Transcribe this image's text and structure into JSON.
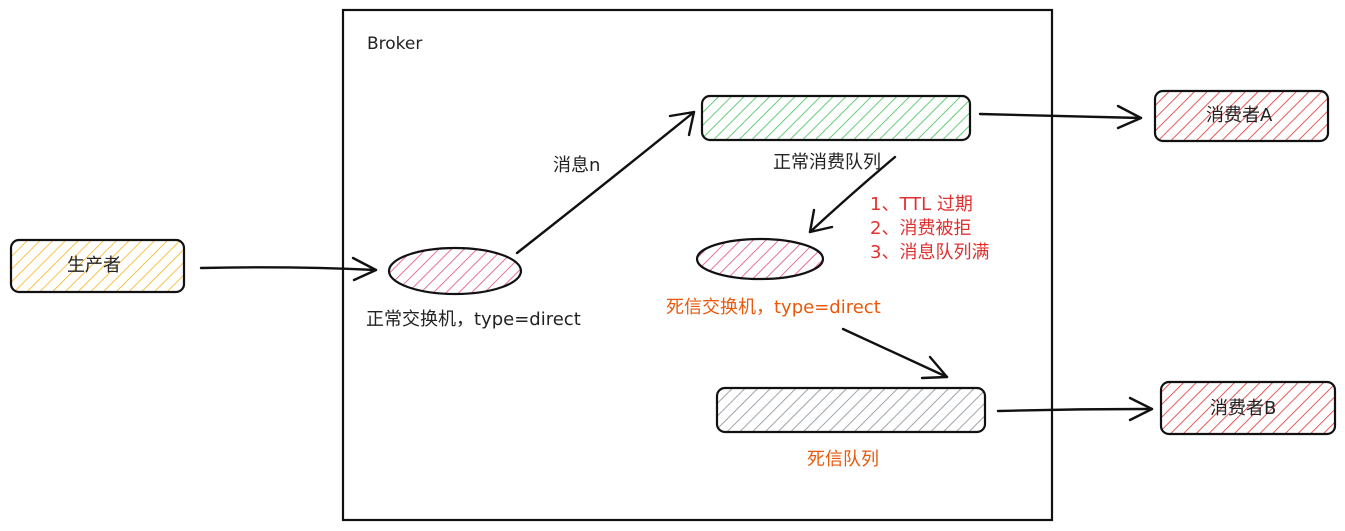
{
  "broker": {
    "title": "Broker"
  },
  "producer": {
    "label": "生产者"
  },
  "normal_exchange": {
    "label": "正常交换机，type=direct"
  },
  "message": {
    "label": "消息n"
  },
  "normal_queue": {
    "label": "正常消费队列"
  },
  "consumer_a": {
    "label": "消费者A"
  },
  "dead_letter_reasons": [
    {
      "text": "1、TTL 过期"
    },
    {
      "text": "2、消费被拒"
    },
    {
      "text": "3、消息队列满"
    }
  ],
  "dlx_exchange": {
    "label": "死信交换机，type=direct"
  },
  "dead_letter_queue": {
    "label": "死信队列"
  },
  "consumer_b": {
    "label": "消费者B"
  },
  "colors": {
    "producer": "#f5b31b",
    "exchange": "#e64980",
    "normal_queue": "#40c057",
    "consumer": "#e03131",
    "dead_letter_queue": "#868e96",
    "annotation_red": "#e03131",
    "annotation_orange": "#e8590c"
  }
}
